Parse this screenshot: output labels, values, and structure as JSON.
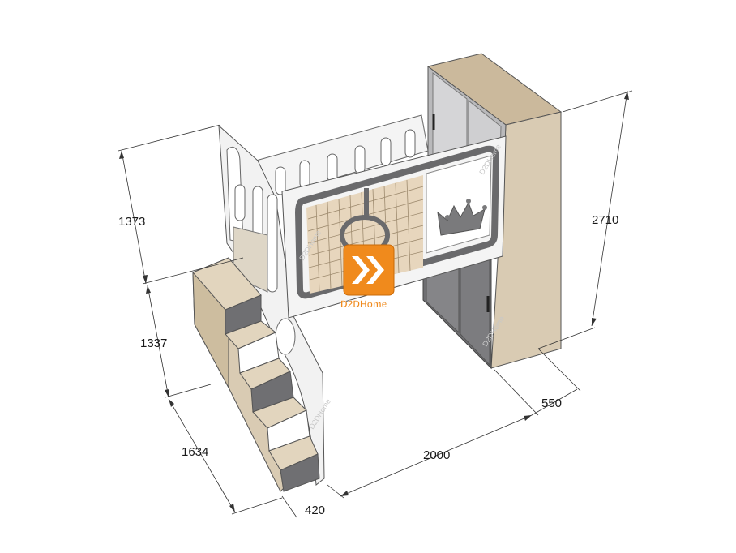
{
  "dimensions": {
    "upper_height": "1373",
    "lower_height": "1337",
    "total_height": "2710",
    "stair_depth": "1634",
    "stair_width": "420",
    "bed_length": "2000",
    "wardrobe_depth": "550"
  },
  "logo": {
    "name": "D2DHome",
    "color_orange": "#f08a1c",
    "color_white": "#ffffff"
  },
  "watermarks": [
    "D2DHome",
    "D2DHome",
    "D2DHome",
    "D2DHome"
  ],
  "colors": {
    "wood": "#d9cbb3",
    "wood_dark": "#c9b89c",
    "panel_white": "#f4f4f4",
    "grey_dark": "#707072",
    "grey_mid": "#9a9a9c",
    "net": "#e7d6bd"
  }
}
